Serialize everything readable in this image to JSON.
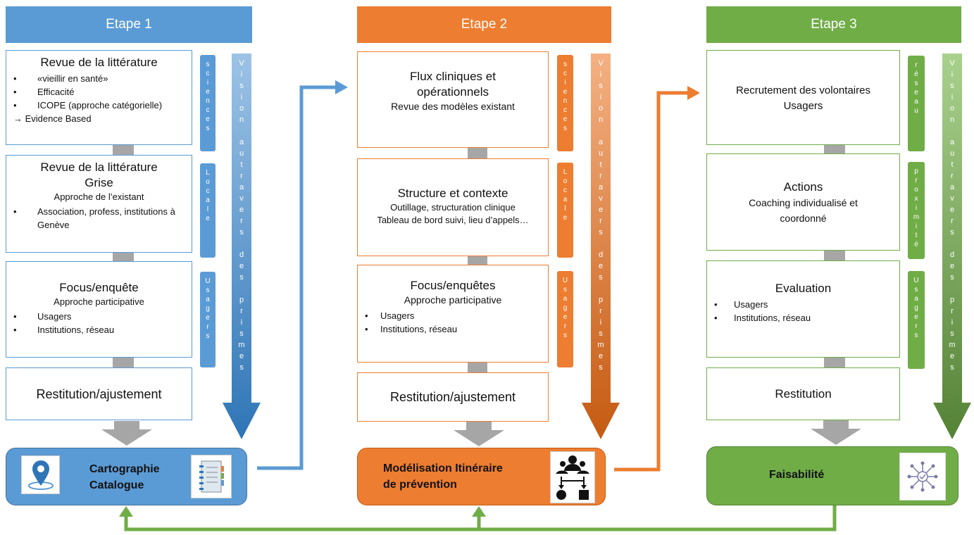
{
  "colors": {
    "blue": "#5b9bd5",
    "orange": "#ed7d31",
    "green": "#70ad47",
    "grey": "#a6a6a6"
  },
  "columns": [
    {
      "header": "Etape 1",
      "boxes": [
        {
          "title": "Revue de la littérature",
          "bullets": [
            "«vieillir en santé»",
            "Efficacité",
            "ICOPE (approche catégorielle)"
          ],
          "arrow_line": "→ Evidence Based"
        },
        {
          "title": "Revue de la littérature",
          "title2": "Grise",
          "subtitle": "Approche de l’existant",
          "bullets": [
            "Association, profess, institutions à Genève"
          ]
        },
        {
          "title": "Focus/enquête",
          "subtitle": "Approche participative",
          "bullets": [
            "Usagers",
            "Institutions, réseau"
          ]
        },
        {
          "title": "Restitution/ajustement"
        }
      ],
      "side_labels": [
        "sciences",
        "Locale",
        "Usagers"
      ],
      "vision": "Vision autravers des prismes",
      "outcome": {
        "line1": "Cartographie",
        "line2": "Catalogue",
        "left_icon": "map-pin-icon",
        "right_icon": "notebook-icon"
      }
    },
    {
      "header": "Etape 2",
      "boxes": [
        {
          "title": "Flux cliniques et",
          "title2": "opérationnels",
          "subtitle": "Revue des modèles existant"
        },
        {
          "title": "Structure et contexte",
          "subtitle": "Outillage, structuration clinique",
          "subtitle2": "Tableau de bord suivi, lieu d’appels…"
        },
        {
          "title": "Focus/enquêtes",
          "subtitle": "Approche participative",
          "bullets": [
            "Usagers",
            "Institutions, réseau"
          ]
        },
        {
          "title": "Restitution/ajustement"
        }
      ],
      "side_labels": [
        "sciences",
        "Locale",
        "Usagers"
      ],
      "vision": "Vision autravers des prismes",
      "outcome": {
        "line1": "Modélisation Itinéraire",
        "line2": "de prévention",
        "right_icon": "workflow-icon"
      }
    },
    {
      "header": "Etape 3",
      "boxes": [
        {
          "title": "Recrutement des volontaires",
          "title2": "Usagers"
        },
        {
          "title": "Actions",
          "subtitle": "Coaching individualisé et",
          "subtitle2": "coordonné"
        },
        {
          "title": "Evaluation",
          "bullets": [
            "Usagers",
            "Institutions, réseau"
          ]
        },
        {
          "title": "Restitution"
        }
      ],
      "side_labels": [
        "réseau",
        "proximité",
        "Usagers"
      ],
      "vision": "Vision autravers des prismes",
      "outcome": {
        "line1": "Faisabilité",
        "right_icon": "network-icon"
      }
    }
  ]
}
